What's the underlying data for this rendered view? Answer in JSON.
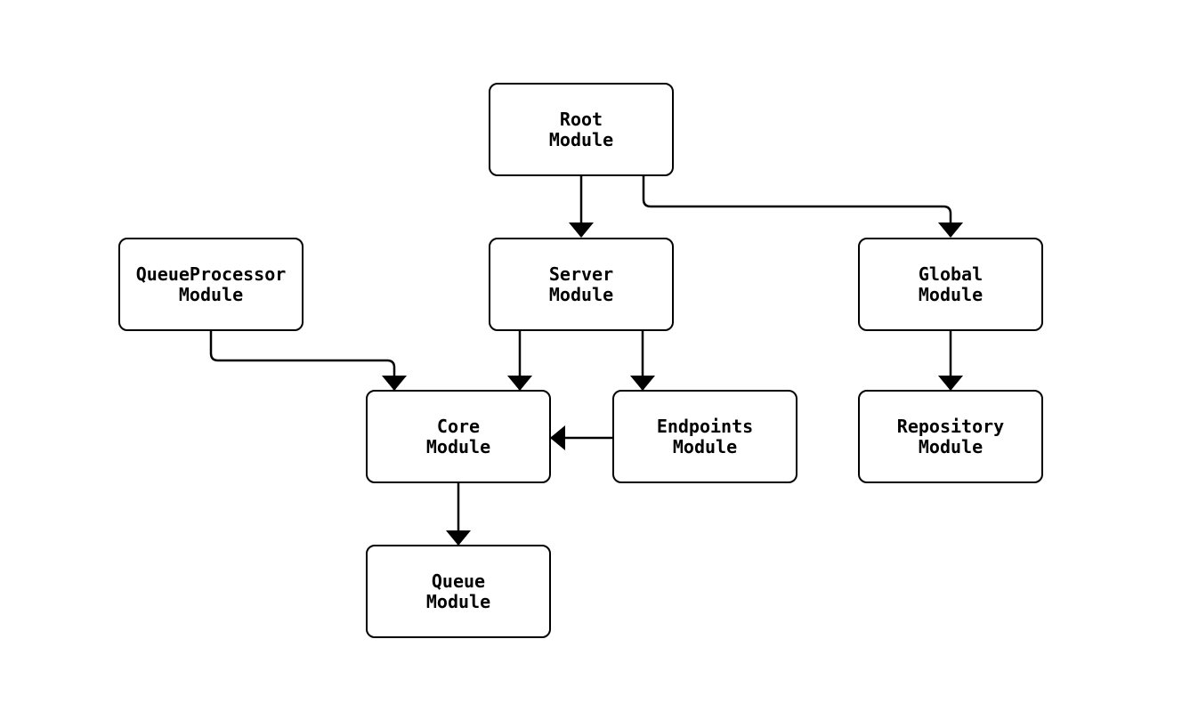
{
  "diagram": {
    "title": "",
    "background_color": "#ffffff",
    "node_fill_color": "#ffffff",
    "node_border_color": "#000000",
    "edge_color": "#000000",
    "text_color": "#000000",
    "nodes": {
      "root": {
        "label": "Root\nModule"
      },
      "queueprocessor": {
        "label": "QueueProcessor\nModule"
      },
      "server": {
        "label": "Server\nModule"
      },
      "global": {
        "label": "Global\nModule"
      },
      "core": {
        "label": "Core\nModule"
      },
      "endpoints": {
        "label": "Endpoints\nModule"
      },
      "repository": {
        "label": "Repository\nModule"
      },
      "queue": {
        "label": "Queue\nModule"
      }
    },
    "edges": [
      {
        "from": "Root Module",
        "to": "Server Module",
        "arrow": "filled-triangle"
      },
      {
        "from": "Root Module",
        "to": "Global Module",
        "arrow": "filled-triangle"
      },
      {
        "from": "QueueProcessor Module",
        "to": "Core Module",
        "arrow": "filled-triangle"
      },
      {
        "from": "Server Module",
        "to": "Core Module",
        "arrow": "filled-triangle"
      },
      {
        "from": "Server Module",
        "to": "Endpoints Module",
        "arrow": "filled-triangle"
      },
      {
        "from": "Endpoints Module",
        "to": "Core Module",
        "arrow": "filled-triangle"
      },
      {
        "from": "Core Module",
        "to": "Queue Module",
        "arrow": "filled-triangle"
      },
      {
        "from": "Global Module",
        "to": "Repository Module",
        "arrow": "filled-triangle"
      }
    ]
  }
}
